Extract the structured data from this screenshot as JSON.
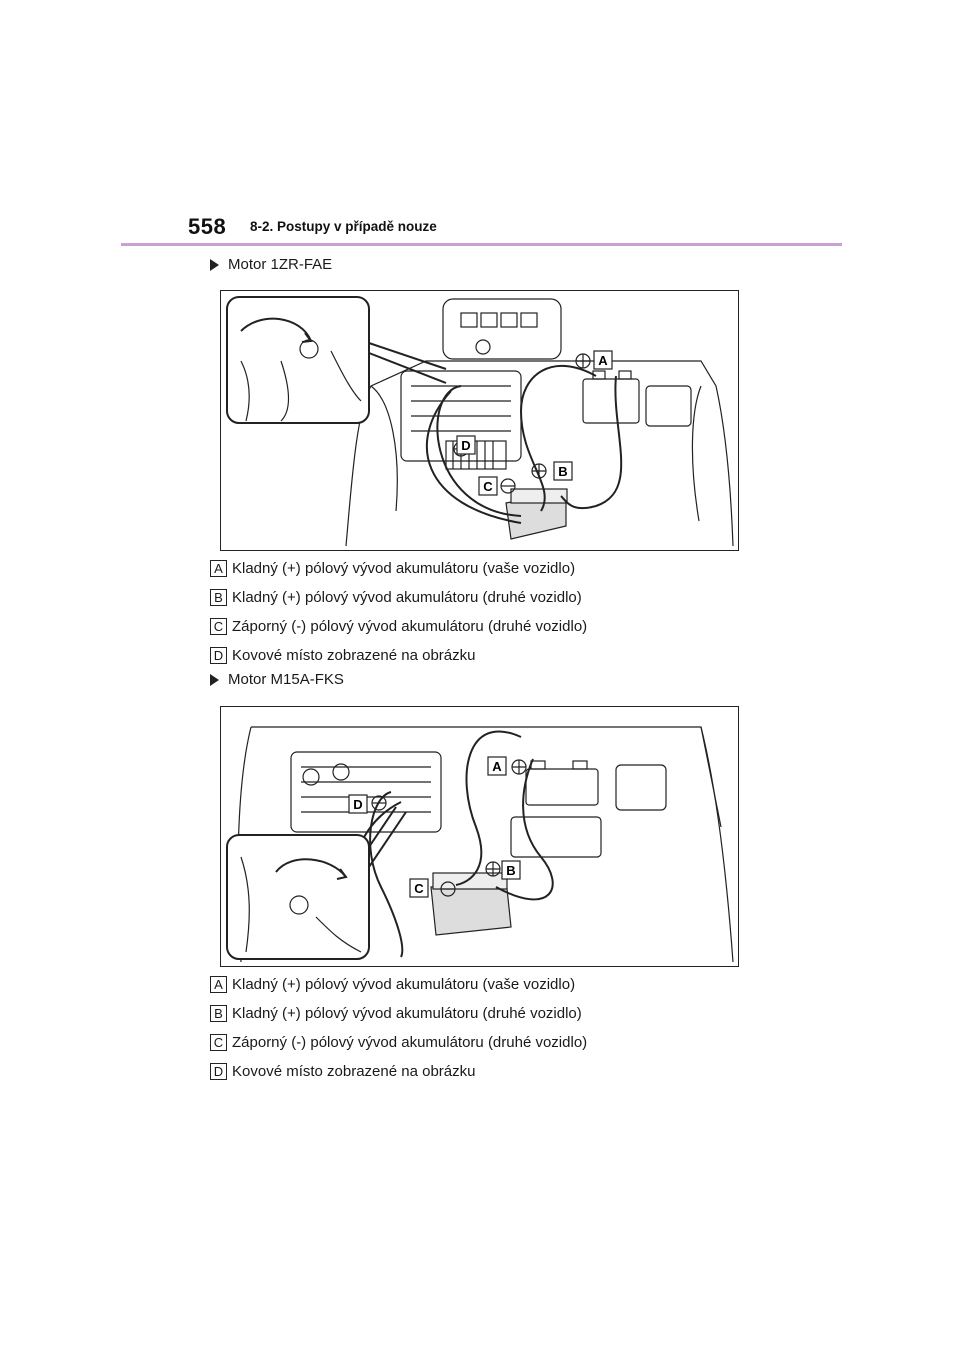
{
  "header": {
    "page_number": "558",
    "section_title": "8-2. Postupy v případě nouze",
    "rule_color": "#c8a0d6"
  },
  "sections": [
    {
      "heading": "Motor 1ZR-FAE",
      "figure_labels": {
        "a": "A",
        "b": "B",
        "c": "C",
        "d": "D"
      },
      "legend": [
        {
          "letter": "A",
          "text": "Kladný (+) pólový vývod akumulátoru (vaše vozidlo)"
        },
        {
          "letter": "B",
          "text": "Kladný (+) pólový vývod akumulátoru (druhé vozidlo)"
        },
        {
          "letter": "C",
          "text": "Záporný (-) pólový vývod akumulátoru (druhé vozidlo)"
        },
        {
          "letter": "D",
          "text": "Kovové místo zobrazené na obrázku"
        }
      ]
    },
    {
      "heading": "Motor M15A-FKS",
      "figure_labels": {
        "a": "A",
        "b": "B",
        "c": "C",
        "d": "D"
      },
      "legend": [
        {
          "letter": "A",
          "text": "Kladný (+) pólový vývod akumulátoru (vaše vozidlo)"
        },
        {
          "letter": "B",
          "text": "Kladný (+) pólový vývod akumulátoru (druhé vozidlo)"
        },
        {
          "letter": "C",
          "text": "Záporný (-) pólový vývod akumulátoru (druhé vozidlo)"
        },
        {
          "letter": "D",
          "text": "Kovové místo zobrazené na obrázku"
        }
      ]
    }
  ]
}
